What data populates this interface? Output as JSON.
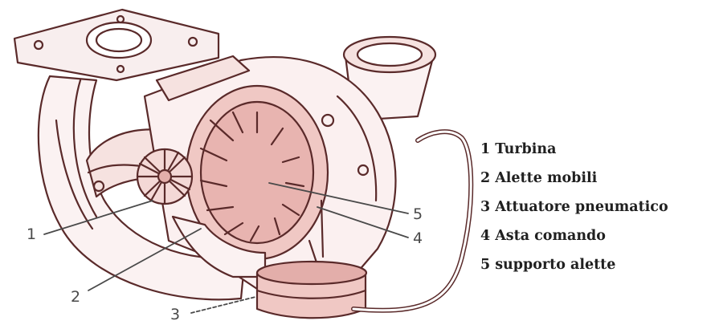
{
  "callouts": [
    {
      "number": "1"
    },
    {
      "number": "2"
    },
    {
      "number": "3"
    },
    {
      "number": "4"
    },
    {
      "number": "5"
    }
  ],
  "legend": [
    {
      "number": "1",
      "label": "Turbina"
    },
    {
      "number": "2",
      "label": "Alette mobili"
    },
    {
      "number": "3",
      "label": "Attuatore pneumatico"
    },
    {
      "number": "4",
      "label": "Asta comando"
    },
    {
      "number": "5",
      "label": "supporto alette"
    }
  ],
  "colors": {
    "outline": "#5a2a2a",
    "tint": "#f2d4d2",
    "tint_dark": "#e3aeaa",
    "label_text": "#202020"
  }
}
